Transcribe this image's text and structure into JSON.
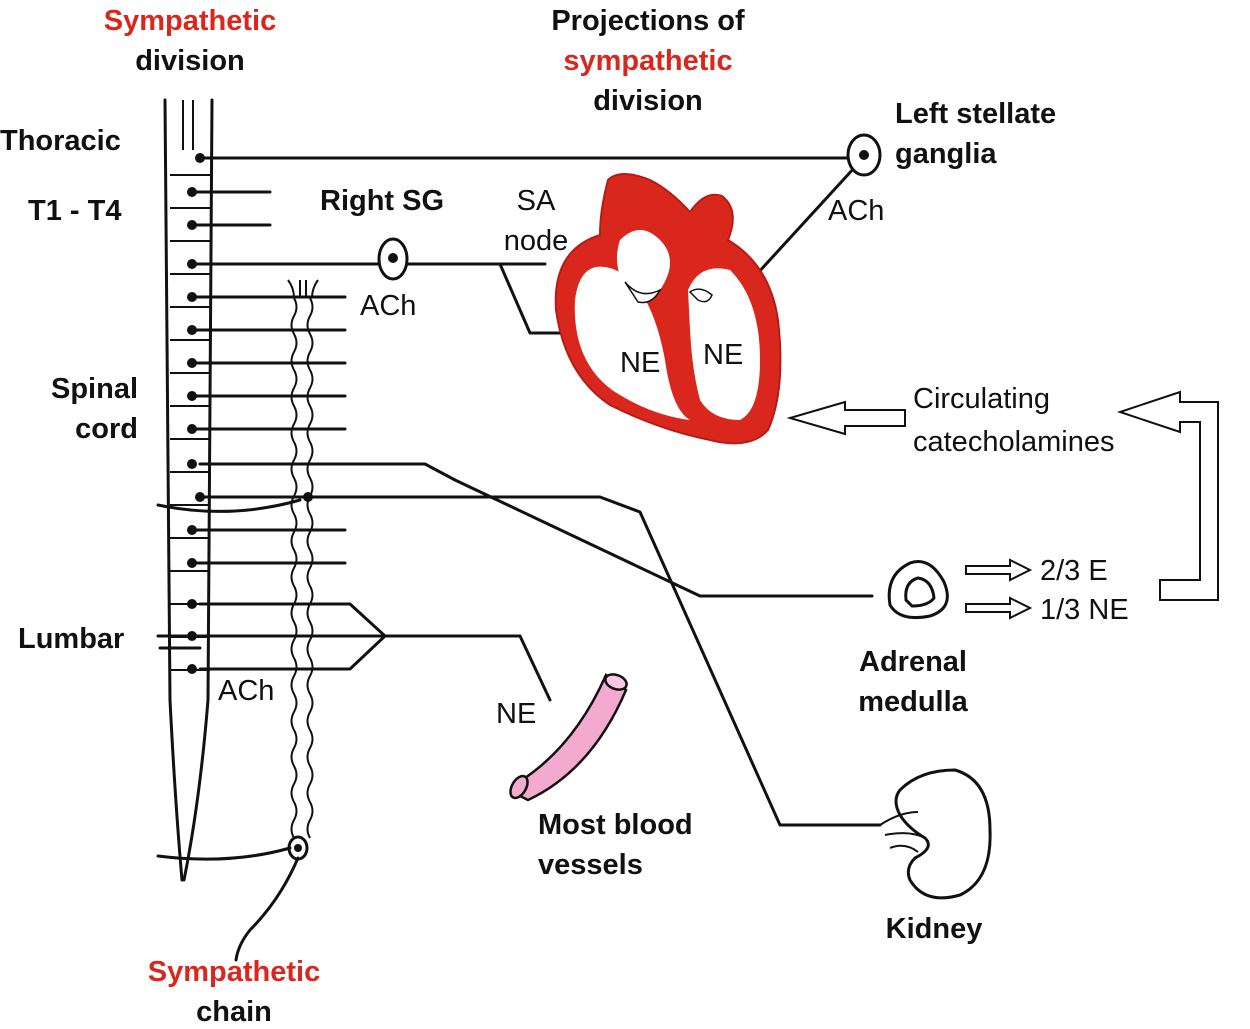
{
  "colors": {
    "accent": "#d9271e",
    "ink": "#111111",
    "vessel": "#f4a9cf"
  },
  "labels": {
    "sympathetic_division": [
      "Sympathetic",
      "division"
    ],
    "projections": [
      "Projections of",
      "sympathetic",
      "division"
    ],
    "thoracic": "Thoracic",
    "t1_t4": "T1 - T4",
    "right_sg": "Right SG",
    "sa_node": [
      "SA",
      "node"
    ],
    "left_stellate": [
      "Left stellate",
      "ganglia"
    ],
    "ach_left": "ACh",
    "ach_right": "ACh",
    "ach_lower": "ACh",
    "ne_left": "NE",
    "ne_right": "NE",
    "ne_vessel": "NE",
    "spinal_cord": [
      "Spinal",
      "cord"
    ],
    "circulating": [
      "Circulating",
      "catecholamines"
    ],
    "e_fraction": "2/3 E",
    "ne_fraction": "1/3 NE",
    "lumbar": "Lumbar",
    "adrenal": [
      "Adrenal",
      "medulla"
    ],
    "vessels": [
      "Most blood",
      "vessels"
    ],
    "kidney": "Kidney",
    "sympathetic_chain": [
      "Sympathetic",
      "chain"
    ]
  }
}
